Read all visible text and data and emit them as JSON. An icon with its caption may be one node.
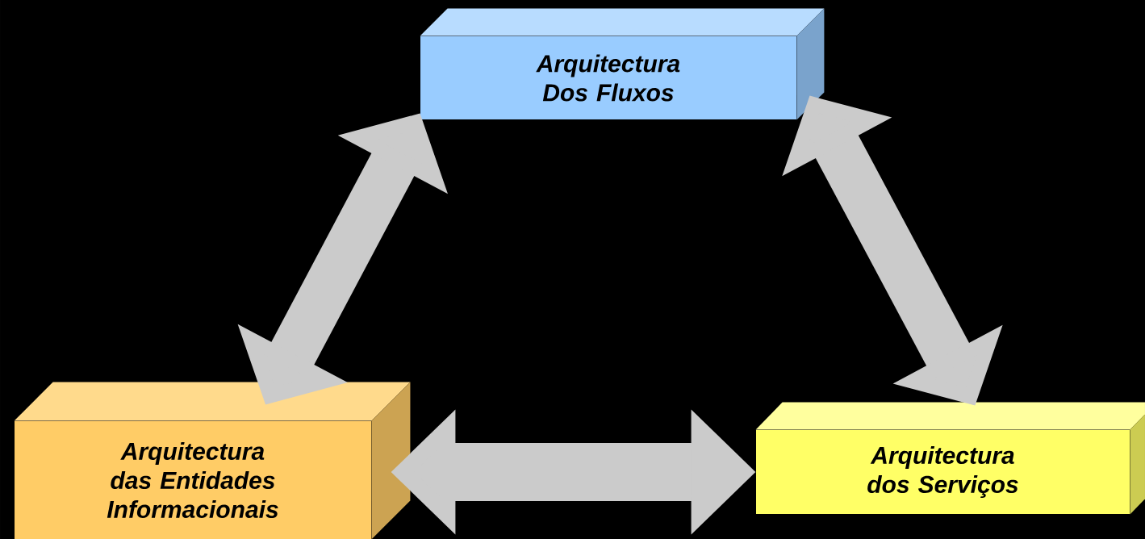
{
  "diagram": {
    "nodes": [
      {
        "text": [
          "Arquitectura Dos Fluxos"
        ]
      },
      {
        "text": [
          "Arquitectura das Entidades Informacionais"
        ]
      },
      {
        "text": [
          "Arquitectura dos Serviços"
        ]
      }
    ],
    "edges": [
      {
        "from": 1,
        "to": 0,
        "arrow": "both"
      },
      {
        "from": 0,
        "to": 2,
        "arrow": "both"
      },
      {
        "from": 1,
        "to": 2,
        "arrow": "both"
      }
    ]
  }
}
